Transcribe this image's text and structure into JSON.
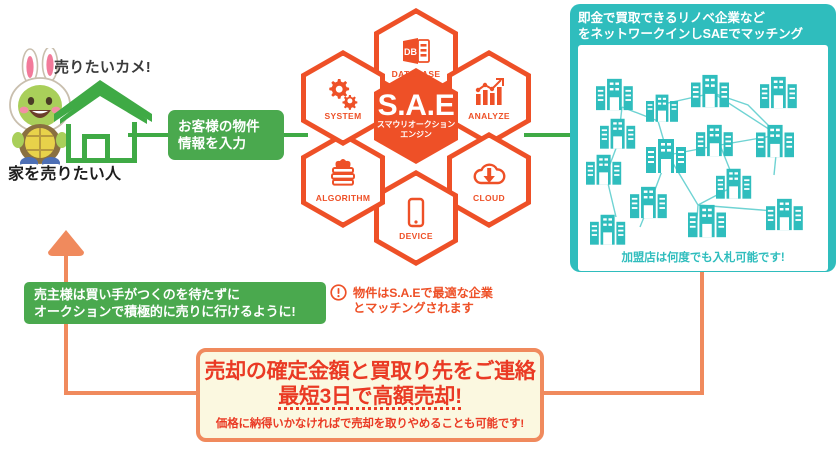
{
  "left_actor": {
    "mascot_caption": "売りたいカメ!",
    "mascot_name": "uritai-kame-mascot",
    "house_name": "green-house-illustration",
    "person_label": "家を売りたい人"
  },
  "input_step": {
    "line1": "お客様の物件",
    "line2": "情報を入力"
  },
  "engine": {
    "title": "S.A.E",
    "subtitle_line1": "スマウリオークション",
    "subtitle_line2": "エンジン",
    "hexagons": [
      {
        "label": "DATABASE",
        "icon": "database-icon"
      },
      {
        "label": "ANALYZE",
        "icon": "bar-chart-icon"
      },
      {
        "label": "CLOUD",
        "icon": "cloud-download-icon"
      },
      {
        "label": "DEVICE",
        "icon": "smartphone-icon"
      },
      {
        "label": "ALGORITHM",
        "icon": "book-stack-icon"
      },
      {
        "label": "SYSTEM",
        "icon": "gears-icon"
      }
    ]
  },
  "network_panel": {
    "heading_line1": "即金で買取できるリノベ企業など",
    "heading_line2": "をネットワークインしSAEでマッチング",
    "footer": "加盟店は何度でも入札可能です!",
    "building_count": 14
  },
  "matching_note": {
    "icon": "exclamation-circle-icon",
    "line1": "物件はS.A.Eで最適な企業",
    "line2": "とマッチングされます"
  },
  "seller_benefit": {
    "line1": "売主様は買い手がつくのを待たずに",
    "line2": "オークションで積極的に売りに行けるように!"
  },
  "result_callout": {
    "line1": "売却の確定金額と買取り先をご連絡",
    "line2": "最短3日で高額売却!",
    "line3": "価格に納得いかなければで売却を取りやめることも可能です!"
  },
  "colors": {
    "orange": "#ee5027",
    "orange_light": "#f08a5d",
    "green": "#4aa94e",
    "teal": "#2fbdbd",
    "cream": "#fbf8e0",
    "red": "#ea3a24"
  }
}
